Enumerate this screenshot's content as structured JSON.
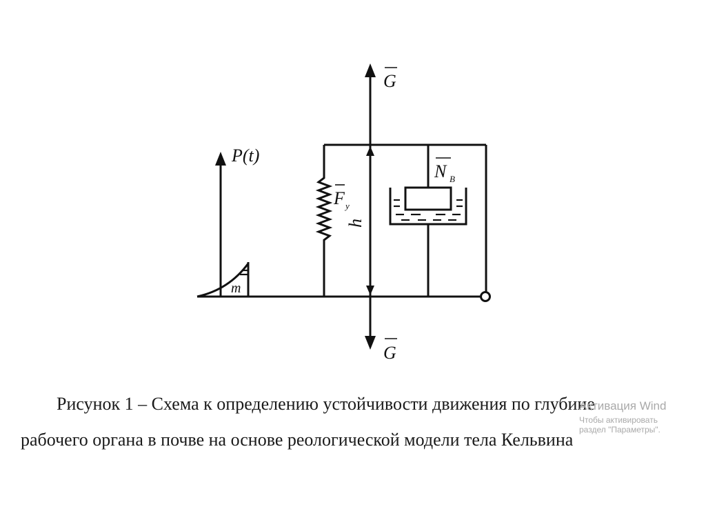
{
  "diagram": {
    "labels": {
      "g_top": "G",
      "g_bottom": "G",
      "p_t": "P(t)",
      "f_main": "F",
      "f_sub": "у",
      "h": "h",
      "n_main": "N",
      "n_sub": "В",
      "m": "m"
    }
  },
  "caption": {
    "line1": "Рисунок 1 – Схема к определению устойчивости движения  по глубине",
    "line2": "рабочего органа в почве на основе реологической модели тела Кельвина"
  },
  "watermark": {
    "title": "Активация Wind",
    "subtitle": "Чтобы активировать\nраздел \"Параметры\"."
  }
}
